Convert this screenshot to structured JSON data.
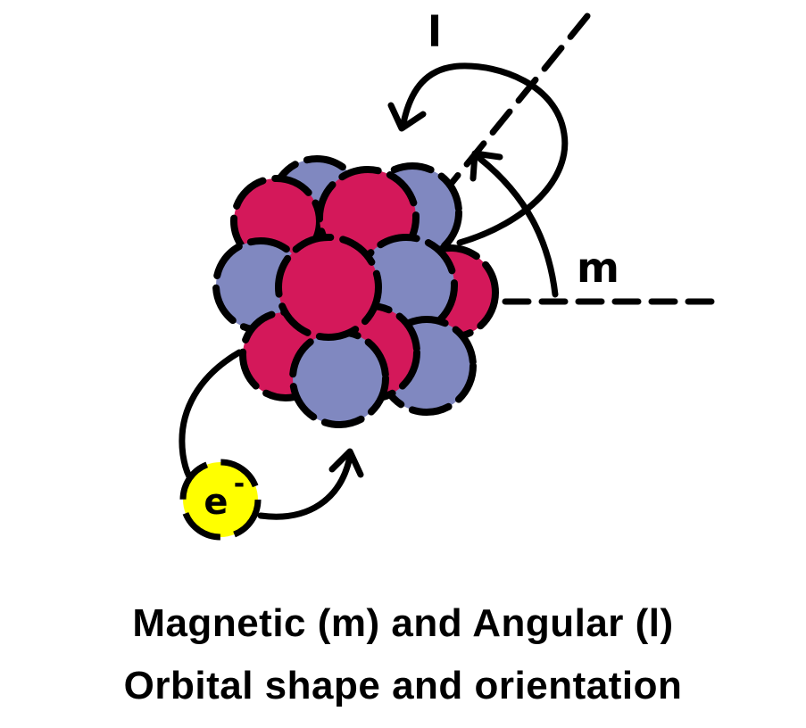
{
  "labels": {
    "angular": "l",
    "magnetic": "m",
    "electron_base": "e",
    "electron_charge": "-"
  },
  "caption": {
    "line1": "Magnetic (m) and Angular (l)",
    "line2": "Orbital shape and orientation"
  },
  "colors": {
    "proton": "#d4185a",
    "neutron": "#8088c0",
    "electron": "#ffff00",
    "outline": "#000000"
  }
}
